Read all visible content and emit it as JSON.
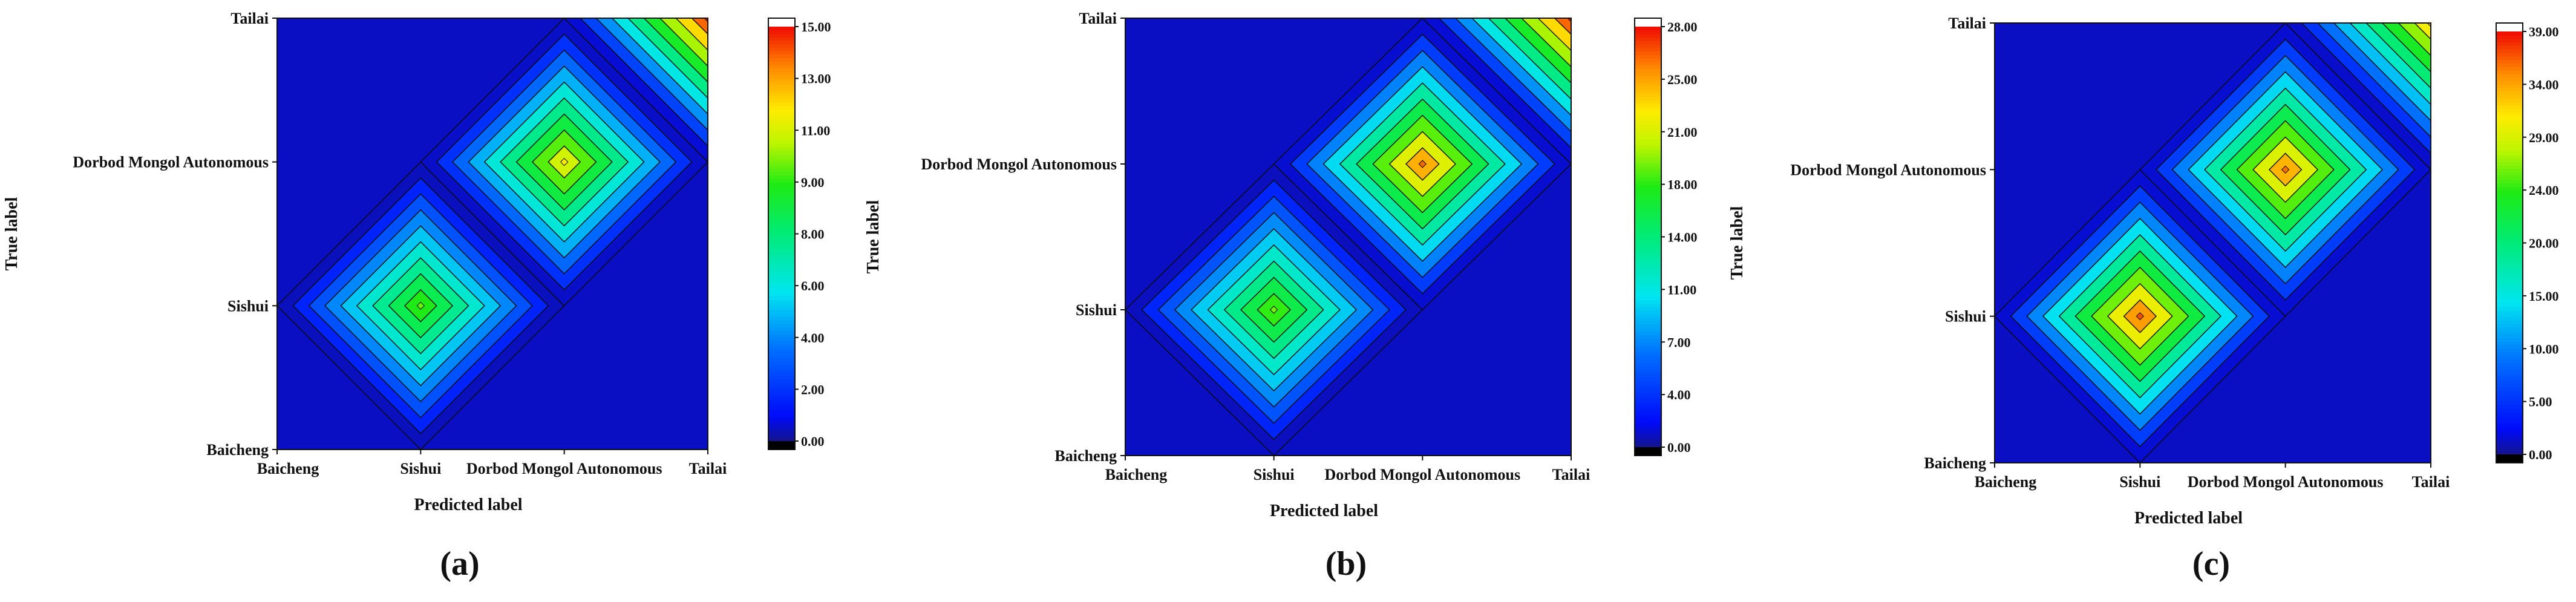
{
  "chart_data": [
    {
      "type": "heatmap",
      "panel_label": "(a)",
      "xlabel": "Predicted label",
      "ylabel": "True label",
      "x_categories": [
        "Baicheng",
        "Sishui",
        "Dorbod Mongol Autonomous",
        "Tailai"
      ],
      "y_categories": [
        "Baicheng",
        "Sishui",
        "Dorbod Mongol Autonomous",
        "Tailai"
      ],
      "values": [
        [
          0,
          0,
          0,
          0
        ],
        [
          0,
          10,
          0,
          0
        ],
        [
          0,
          0,
          12,
          0
        ],
        [
          0,
          0,
          0,
          15
        ]
      ],
      "colorbar": {
        "min": 0,
        "max": 15,
        "ticks": [
          "0.00",
          "2.00",
          "4.00",
          "6.00",
          "8.00",
          "9.00",
          "11.00",
          "13.00",
          "15.00"
        ]
      }
    },
    {
      "type": "heatmap",
      "panel_label": "(b)",
      "xlabel": "Predicted label",
      "ylabel": "True label",
      "x_categories": [
        "Baicheng",
        "Sishui",
        "Dorbod Mongol Autonomous",
        "Tailai"
      ],
      "y_categories": [
        "Baicheng",
        "Sishui",
        "Dorbod Mongol Autonomous",
        "Tailai"
      ],
      "values": [
        [
          0,
          0,
          0,
          0
        ],
        [
          0,
          19,
          0,
          0
        ],
        [
          0,
          0,
          26,
          0
        ],
        [
          0,
          0,
          0,
          28
        ]
      ],
      "colorbar": {
        "min": 0,
        "max": 28,
        "ticks": [
          "0.00",
          "4.00",
          "7.00",
          "11.00",
          "14.00",
          "18.00",
          "21.00",
          "25.00",
          "28.00"
        ]
      }
    },
    {
      "type": "heatmap",
      "panel_label": "(c)",
      "xlabel": "Predicted label",
      "ylabel": "True label",
      "x_categories": [
        "Baicheng",
        "Sishui",
        "Dorbod Mongol Autonomous",
        "Tailai"
      ],
      "y_categories": [
        "Baicheng",
        "Sishui",
        "Dorbod Mongol Autonomous",
        "Tailai"
      ],
      "values": [
        [
          0,
          0,
          0,
          0
        ],
        [
          0,
          37,
          0,
          0
        ],
        [
          0,
          0,
          36,
          0
        ],
        [
          0,
          0,
          0,
          33
        ]
      ],
      "colorbar": {
        "min": 0,
        "max": 39,
        "ticks": [
          "0.00",
          "5.00",
          "10.00",
          "15.00",
          "20.00",
          "24.00",
          "29.00",
          "34.00",
          "39.00"
        ]
      }
    }
  ]
}
